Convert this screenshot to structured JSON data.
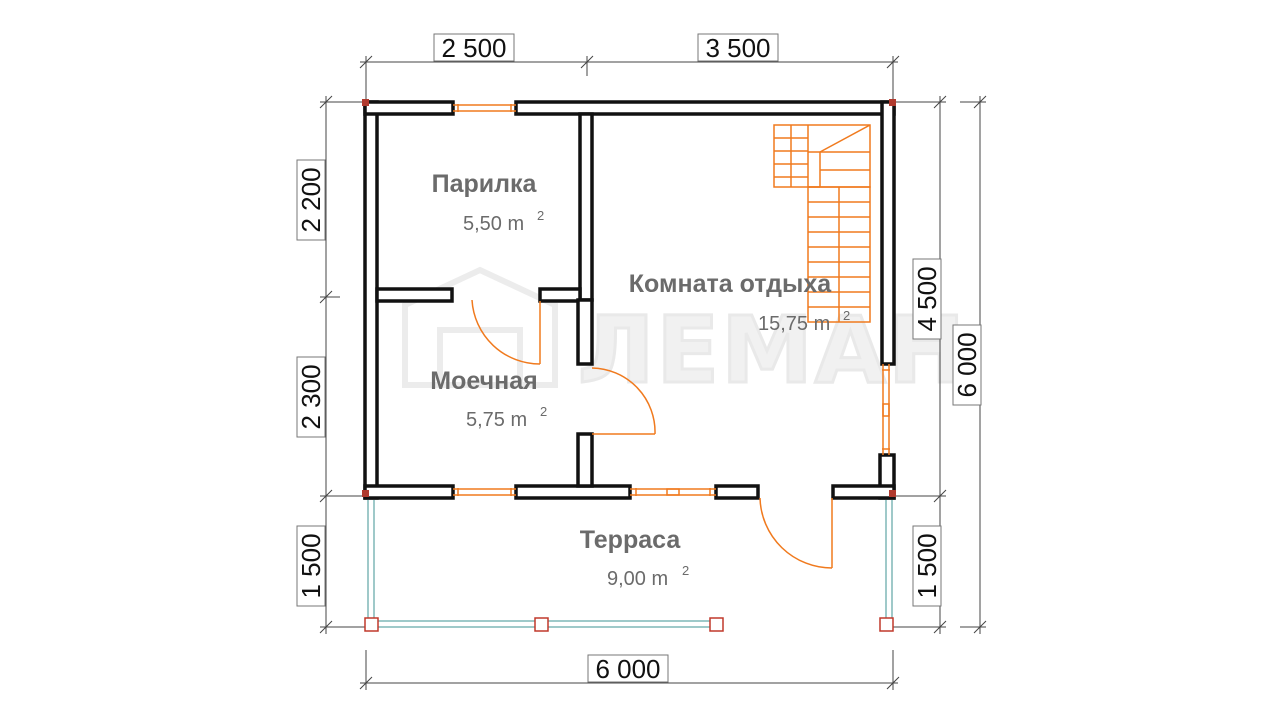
{
  "watermark": {
    "brand": "ЛЕМАН",
    "brand_style": "outlined light gray wordmark with house logo"
  },
  "rooms": {
    "parilka": {
      "name": "Парилка",
      "area": "5,50 m",
      "unit_power": "2"
    },
    "komnata": {
      "name": "Комната отдыха",
      "area": "15,75 m",
      "unit_power": "2"
    },
    "moechnaya": {
      "name": "Моечная",
      "area": "5,75 m",
      "unit_power": "2"
    },
    "terrasa": {
      "name": "Терраса",
      "area": "9,00 m",
      "unit_power": "2"
    }
  },
  "dimensions": {
    "top_left": "2 500",
    "top_right": "3 500",
    "bottom": "6 000",
    "left_upper": "2 200",
    "left_middle": "2 300",
    "left_lower": "1 500",
    "right_inner_upper": "4 500",
    "right_inner_lower": "1 500",
    "right_outer": "6 000"
  },
  "colors": {
    "wall": "#111111",
    "opening": "#f07a1e",
    "terrace_rail": "#7fb7b7",
    "corner_post": "#c0392b",
    "dim_line": "#444444"
  }
}
